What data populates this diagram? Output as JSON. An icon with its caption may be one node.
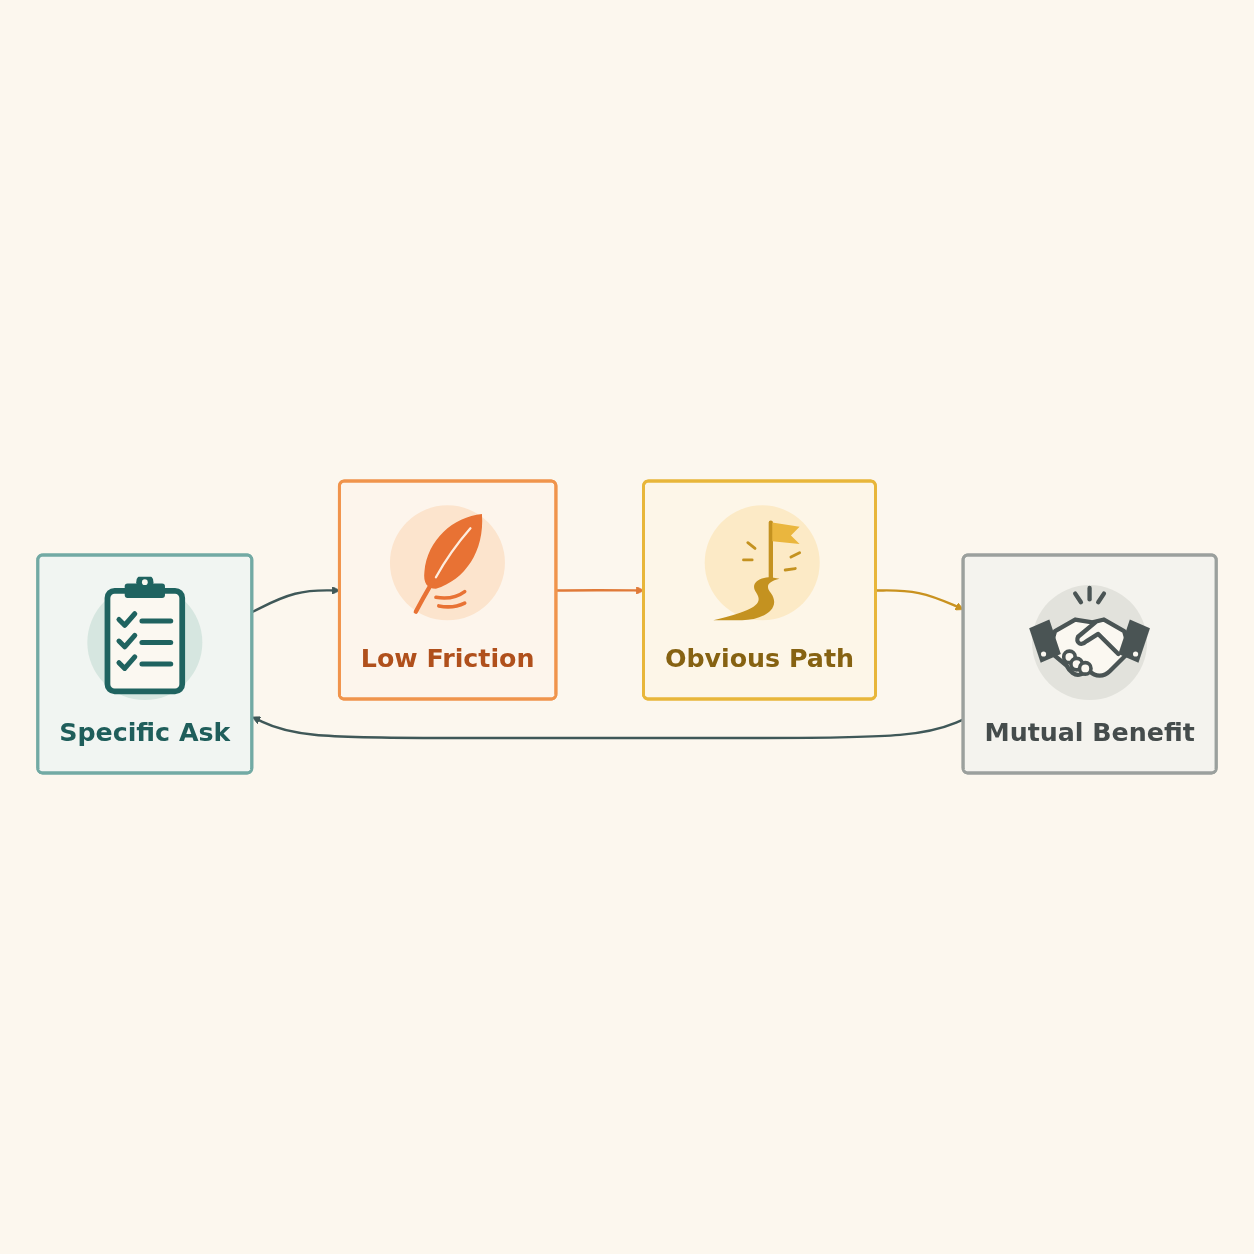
{
  "diagram": {
    "nodes": [
      {
        "text": [
          "Specific Ask"
        ]
      },
      {
        "text": [
          "Low Friction"
        ]
      },
      {
        "text": [
          "Obvious Path"
        ]
      },
      {
        "text": [
          "Mutual Benefit"
        ]
      }
    ],
    "edges": [
      {
        "from": 0,
        "to": 1,
        "arrow": "to"
      },
      {
        "from": 1,
        "to": 2,
        "arrow": "to",
        "color": "#e07a38"
      },
      {
        "from": 2,
        "to": 3,
        "arrow": "to",
        "color": "#c9921f"
      },
      {
        "from": 3,
        "to": 0,
        "arrow": "to"
      }
    ]
  }
}
